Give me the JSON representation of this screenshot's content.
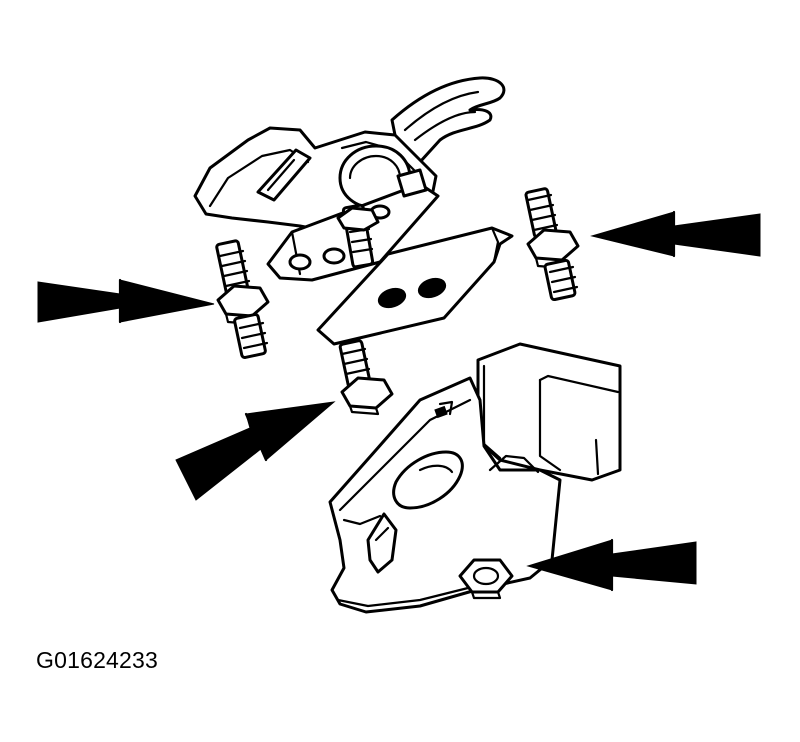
{
  "figure": {
    "code": "G01624233",
    "colors": {
      "ink": "#000000",
      "paper": "#ffffff"
    },
    "arrows": [
      {
        "id": "arrow-left-stud",
        "points_to": "left-stud",
        "direction": "right"
      },
      {
        "id": "arrow-right-stud",
        "points_to": "right-stud",
        "direction": "left"
      },
      {
        "id": "arrow-center-bolt",
        "points_to": "center-bolt",
        "direction": "up-right"
      },
      {
        "id": "arrow-frame-nut",
        "points_to": "frame-nut",
        "direction": "left"
      }
    ]
  }
}
